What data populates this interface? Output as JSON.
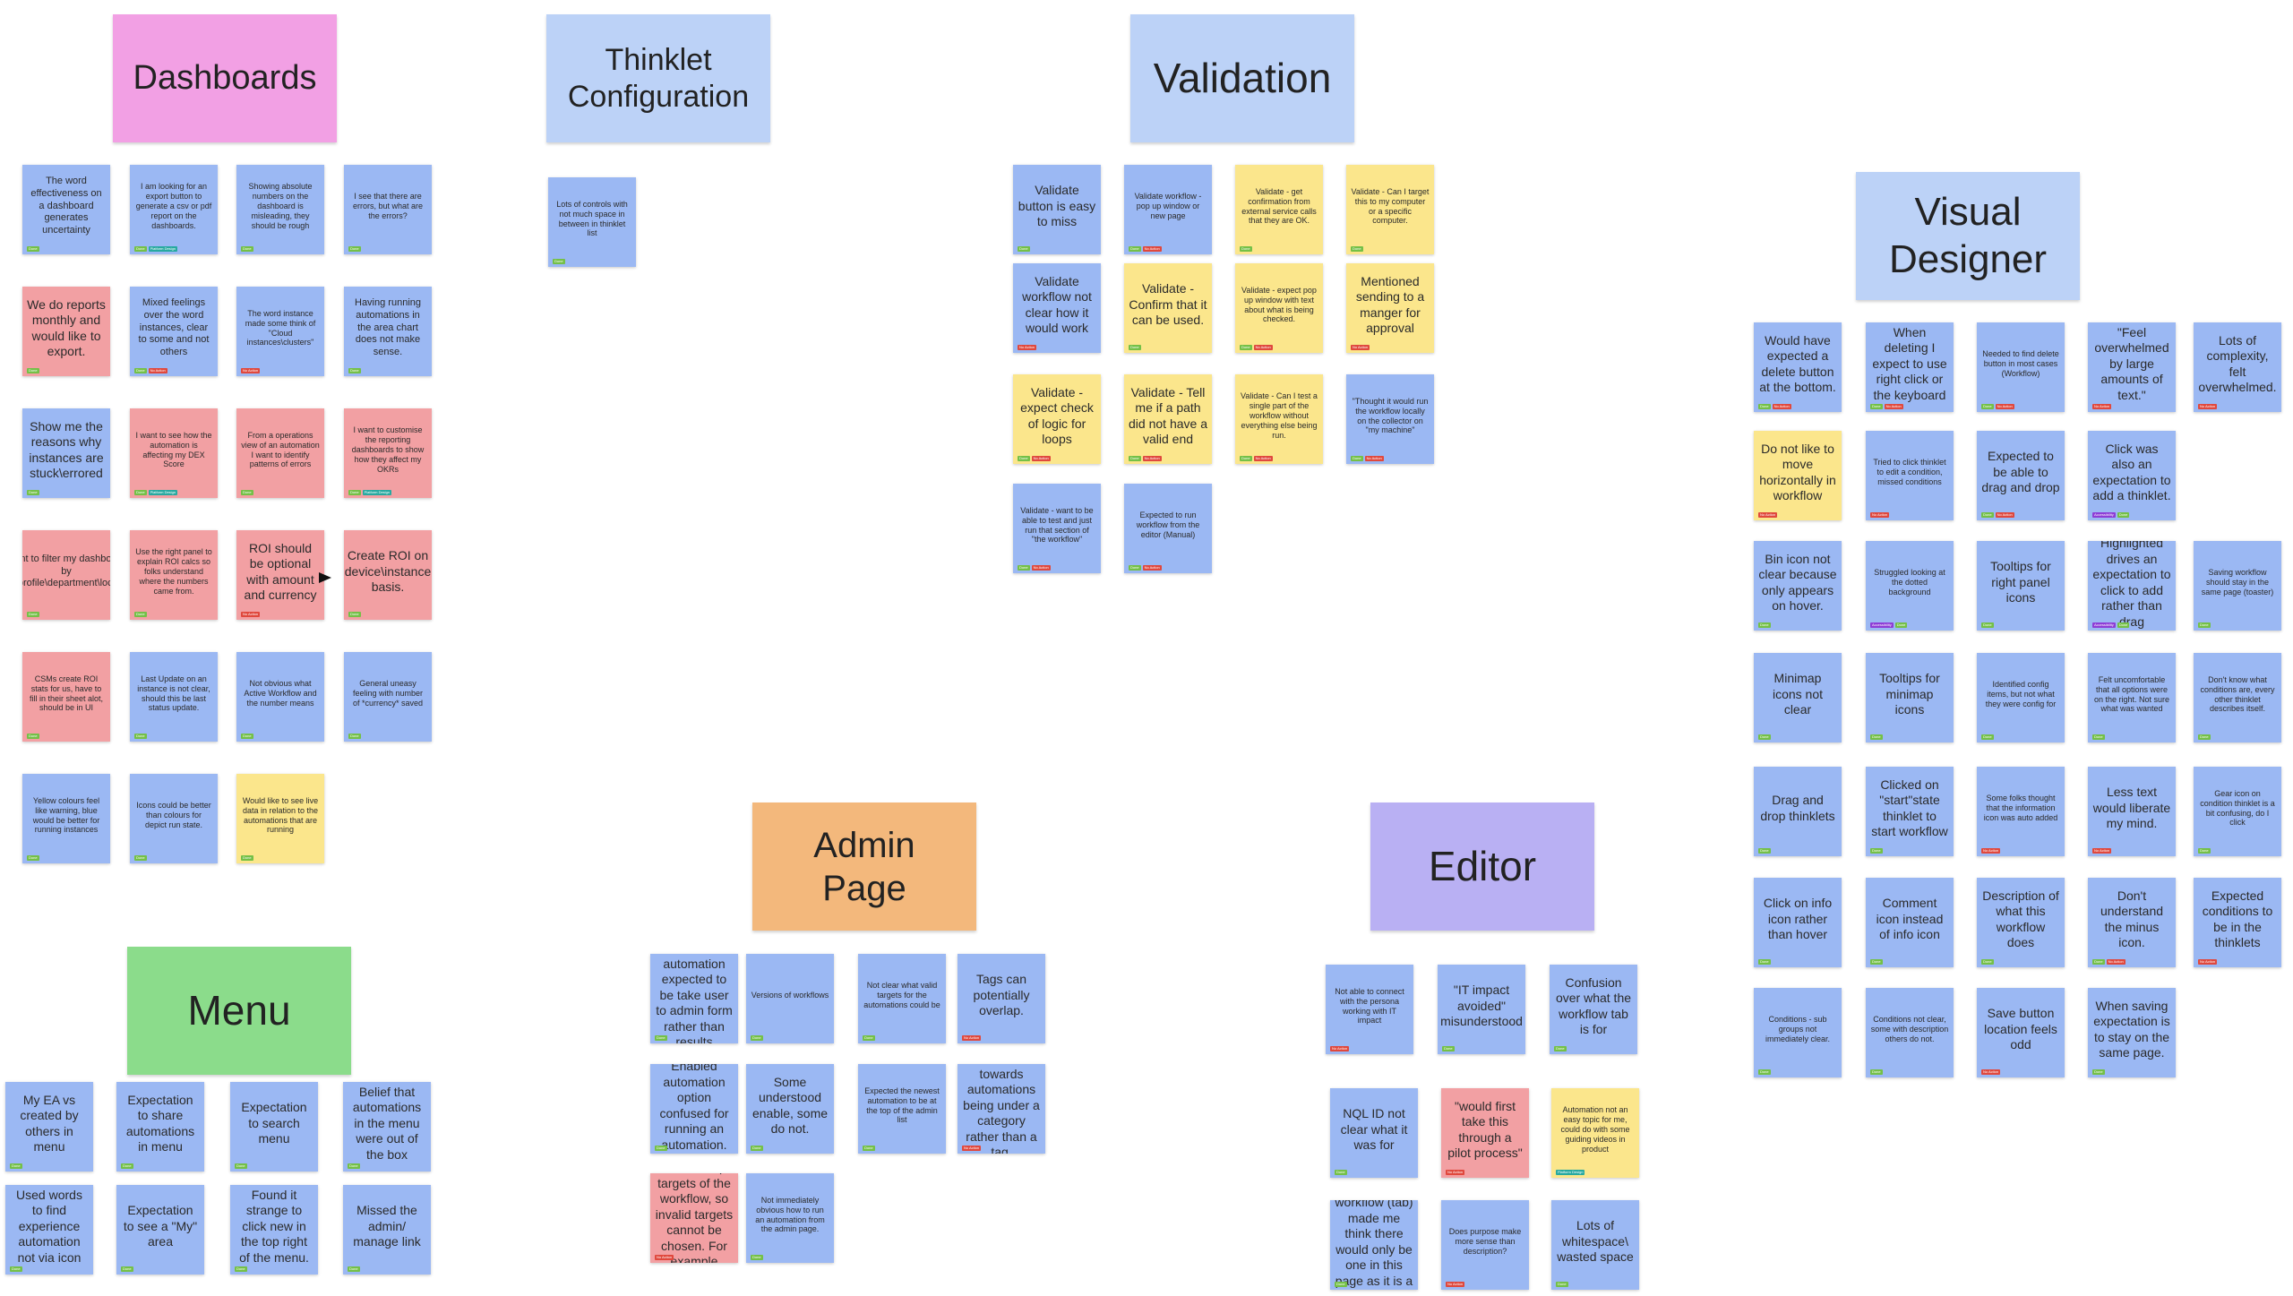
{
  "colors": {
    "blue": "#9bb8f3",
    "pink": "#f2a0a3",
    "yellow": "#fbe68c",
    "tag_done": "#74c047",
    "tag_no_action": "#e0483d",
    "tag_platform": "#27a9a0",
    "tag_accessibility": "#8e3dd6"
  },
  "headers": {
    "dashboards": {
      "label": "Dashboards",
      "color": "#f2a0e4"
    },
    "thinklet": {
      "label": "Thinklet Configuration",
      "color": "#bcd2f7"
    },
    "validation": {
      "label": "Validation",
      "color": "#bcd2f7"
    },
    "visual": {
      "label": "Visual Designer",
      "color": "#bcd2f7"
    },
    "admin": {
      "label": "Admin Page",
      "color": "#f3b87c"
    },
    "editor": {
      "label": "Editor",
      "color": "#b9b0f3"
    },
    "menu": {
      "label": "Menu",
      "color": "#8bdc8b"
    }
  },
  "tag_labels": {
    "done": "Done",
    "no_action": "No Action",
    "platform": "Platform Design",
    "accessibility": "Accessibility"
  },
  "notes": [
    {
      "text": "The word effectiveness on a dashboard generates uncertainty",
      "color": "blue",
      "tags": [
        "done"
      ]
    },
    {
      "text": "I am looking for an export button to generate a csv or pdf report on the dashboards.",
      "color": "blue",
      "tags": [
        "done",
        "platform"
      ]
    },
    {
      "text": "Showing absolute numbers on the dashboard is misleading, they should be rough",
      "color": "blue",
      "tags": [
        "done"
      ]
    },
    {
      "text": "I see that there are errors, but what are the errors?",
      "color": "blue",
      "tags": [
        "done"
      ]
    },
    {
      "text": "We do reports monthly and would like to export.",
      "color": "pink",
      "tags": [
        "done"
      ]
    },
    {
      "text": "Mixed feelings over the word instances, clear to some and not others",
      "color": "blue",
      "tags": [
        "done",
        "no_action"
      ]
    },
    {
      "text": "The word instance made some think of \"Cloud instances\\clusters\"",
      "color": "blue",
      "tags": [
        "no_action"
      ]
    },
    {
      "text": "Having running automations in the area chart does not make sense.",
      "color": "blue",
      "tags": [
        "done"
      ]
    },
    {
      "text": "Show me the reasons why instances are stuck\\errored",
      "color": "blue",
      "tags": [
        "done"
      ]
    },
    {
      "text": "I want to see how the automation is affecting my DEX Score",
      "color": "pink",
      "tags": [
        "done",
        "platform"
      ]
    },
    {
      "text": "From a operations view of an automation I want to identify patterns of errors",
      "color": "pink",
      "tags": [
        "done"
      ]
    },
    {
      "text": "I want to customise the reporting dashboards to show how they affect my OKRs",
      "color": "pink",
      "tags": [
        "done",
        "platform"
      ]
    },
    {
      "text": "I want to filter my dashboards by role\\profile\\department\\location",
      "color": "pink",
      "tags": [
        "done"
      ]
    },
    {
      "text": "Use the right panel to explain ROI calcs so folks understand where the numbers came from.",
      "color": "pink",
      "tags": [
        "done"
      ]
    },
    {
      "text": "ROI should be optional with amount and currency",
      "color": "pink",
      "tags": [
        "no_action"
      ]
    },
    {
      "text": "Create ROI on device\\instance basis.",
      "color": "pink",
      "tags": [
        "done"
      ]
    },
    {
      "text": "CSMs create ROI stats for us, have to fill in their sheet alot, should be in UI",
      "color": "pink",
      "tags": [
        "done"
      ]
    },
    {
      "text": "Last Update on an instance is not clear, should this be last status update.",
      "color": "blue",
      "tags": [
        "done"
      ]
    },
    {
      "text": "Not obvious what Active Workflow and the number means",
      "color": "blue",
      "tags": [
        "done"
      ]
    },
    {
      "text": "General uneasy feeling with number of *currency* saved",
      "color": "blue",
      "tags": [
        "done"
      ]
    },
    {
      "text": "Yellow colours feel like warning, blue would be better for running instances",
      "color": "blue",
      "tags": [
        "done"
      ]
    },
    {
      "text": "Icons could be better than colours for depict run state.",
      "color": "blue",
      "tags": [
        "done"
      ]
    },
    {
      "text": "Would like to see live data in relation to the automations that are running",
      "color": "yellow",
      "tags": [
        "done"
      ]
    },
    {
      "text": "Lots of controls with not much space in between in thinklet list",
      "color": "blue",
      "tags": [
        "done"
      ]
    },
    {
      "text": "Validate button is easy to miss",
      "color": "blue",
      "tags": [
        "done"
      ]
    },
    {
      "text": "Validate workflow - pop up window or new page",
      "color": "blue",
      "tags": [
        "done",
        "no_action"
      ]
    },
    {
      "text": "Validate - get confirmation from external service calls that they are OK.",
      "color": "yellow",
      "tags": [
        "done"
      ]
    },
    {
      "text": "Validate - Can I target this to my computer or a specific computer.",
      "color": "yellow",
      "tags": [
        "done"
      ]
    },
    {
      "text": "Validate workflow not clear how it would work",
      "color": "blue",
      "tags": [
        "no_action"
      ]
    },
    {
      "text": "Validate - Confirm that it can be used.",
      "color": "yellow",
      "tags": [
        "done"
      ]
    },
    {
      "text": "Validate - expect pop up window with text about what is being checked.",
      "color": "yellow",
      "tags": [
        "done",
        "no_action"
      ]
    },
    {
      "text": "Mentioned sending to a manger for approval",
      "color": "yellow",
      "tags": [
        "no_action"
      ]
    },
    {
      "text": "Validate - expect check of logic for loops",
      "color": "yellow",
      "tags": [
        "done",
        "no_action"
      ]
    },
    {
      "text": "Validate - Tell me if a path did not have a valid end",
      "color": "yellow",
      "tags": [
        "done",
        "no_action"
      ]
    },
    {
      "text": "Validate - Can I test a single part of the workflow without everything else being run.",
      "color": "yellow",
      "tags": [
        "done",
        "no_action"
      ]
    },
    {
      "text": "\"Thought it would run the workflow locally on the collector on \"my machine\"",
      "color": "blue",
      "tags": [
        "done",
        "no_action"
      ]
    },
    {
      "text": "Validate - want to be able to test and just run that section of \"the workflow\"",
      "color": "blue",
      "tags": [
        "done",
        "no_action"
      ]
    },
    {
      "text": "Expected to run workflow from the editor (Manual)",
      "color": "blue",
      "tags": [
        "done",
        "no_action"
      ]
    },
    {
      "text": "Would have expected a delete button at the bottom.",
      "color": "blue",
      "tags": [
        "done",
        "no_action"
      ]
    },
    {
      "text": "When deleting I expect to use right click or the keyboard",
      "color": "blue",
      "tags": [
        "done",
        "no_action"
      ]
    },
    {
      "text": "Needed to find delete button in most cases (Workflow)",
      "color": "blue",
      "tags": [
        "done",
        "no_action"
      ]
    },
    {
      "text": "\"Feel overwhelmed by large amounts of text.\"",
      "color": "blue",
      "tags": [
        "no_action"
      ]
    },
    {
      "text": "Lots of complexity, felt overwhelmed.",
      "color": "blue",
      "tags": [
        "no_action"
      ]
    },
    {
      "text": "Do not like to move horizontally in workflow",
      "color": "yellow",
      "tags": [
        "no_action"
      ]
    },
    {
      "text": "Tried to click thinklet to edit a condition, missed conditions",
      "color": "blue",
      "tags": [
        "no_action"
      ]
    },
    {
      "text": "Expected to be able to drag and drop",
      "color": "blue",
      "tags": [
        "done",
        "no_action"
      ]
    },
    {
      "text": "Click was also an expectation to add a thinklet.",
      "color": "blue",
      "tags": [
        "accessibility",
        "done"
      ]
    },
    {
      "text": "Bin icon not clear because only appears on hover.",
      "color": "blue",
      "tags": [
        "done"
      ]
    },
    {
      "text": "Struggled looking at the dotted background",
      "color": "blue",
      "tags": [
        "accessibility",
        "done"
      ]
    },
    {
      "text": "Tooltips for right panel icons",
      "color": "blue",
      "tags": [
        "done"
      ]
    },
    {
      "text": "Highlighted drives an expectation to click to add rather than drag",
      "color": "blue",
      "tags": [
        "accessibility",
        "done"
      ]
    },
    {
      "text": "Saving workflow should stay in the same page (toaster)",
      "color": "blue",
      "tags": [
        "done"
      ]
    },
    {
      "text": "Minimap icons not clear",
      "color": "blue",
      "tags": [
        "done"
      ]
    },
    {
      "text": "Tooltips for minimap icons",
      "color": "blue",
      "tags": [
        "done"
      ]
    },
    {
      "text": "Identified config items, but not what they were config for",
      "color": "blue",
      "tags": [
        "done"
      ]
    },
    {
      "text": "Felt uncomfortable that all options were on the right. Not sure what was wanted",
      "color": "blue",
      "tags": [
        "done"
      ]
    },
    {
      "text": "Don't know what conditions are, every other thinklet describes itself.",
      "color": "blue",
      "tags": [
        "done"
      ]
    },
    {
      "text": "Drag and drop thinklets",
      "color": "blue",
      "tags": [
        "done"
      ]
    },
    {
      "text": "Clicked on \"start\"state thinklet to start workflow",
      "color": "blue",
      "tags": [
        "done"
      ]
    },
    {
      "text": "Some folks thought that the information icon was auto added",
      "color": "blue",
      "tags": [
        "no_action"
      ]
    },
    {
      "text": "Less text would liberate my mind.",
      "color": "blue",
      "tags": [
        "no_action"
      ]
    },
    {
      "text": "Gear icon on condition thinklet is a bit confusing, do I click",
      "color": "blue",
      "tags": [
        "done"
      ]
    },
    {
      "text": "Click on info icon rather than hover",
      "color": "blue",
      "tags": [
        "done"
      ]
    },
    {
      "text": "Comment icon instead of info icon",
      "color": "blue",
      "tags": [
        "done"
      ]
    },
    {
      "text": "Description of what this workflow does",
      "color": "blue",
      "tags": [
        "done"
      ]
    },
    {
      "text": "Don't understand the minus icon.",
      "color": "blue",
      "tags": [
        "done",
        "no_action"
      ]
    },
    {
      "text": "Expected conditions to be in the thinklets",
      "color": "blue",
      "tags": [
        "no_action"
      ]
    },
    {
      "text": "Conditions - sub groups not immediately clear.",
      "color": "blue",
      "tags": [
        "done"
      ]
    },
    {
      "text": "Conditions not clear, some with description others do not.",
      "color": "blue",
      "tags": [
        "done"
      ]
    },
    {
      "text": "Save button location feels odd",
      "color": "blue",
      "tags": [
        "no_action"
      ]
    },
    {
      "text": "When saving expectation is to stay on the same page.",
      "color": "blue",
      "tags": [
        "done"
      ]
    },
    {
      "text": "Name of automation expected to be take user to admin form rather than results",
      "color": "blue",
      "tags": [
        "done"
      ]
    },
    {
      "text": "Versions of workflows",
      "color": "blue",
      "tags": [
        "done"
      ]
    },
    {
      "text": "Not clear what valid targets for the automations could be",
      "color": "blue",
      "tags": [
        "done"
      ]
    },
    {
      "text": "Tags can potentially overlap.",
      "color": "blue",
      "tags": [
        "no_action"
      ]
    },
    {
      "text": "Enabled automation option confused for running an automation.",
      "color": "blue",
      "tags": [
        "done"
      ]
    },
    {
      "text": "Some understood enable, some do not.",
      "color": "blue",
      "tags": [
        "done"
      ]
    },
    {
      "text": "Expected the newest automation to be at the top of the admin list",
      "color": "blue",
      "tags": [
        "done"
      ]
    },
    {
      "text": "Preference towards automations being under a category rather than a tag.",
      "color": "blue",
      "tags": [
        "no_action"
      ]
    },
    {
      "text": "Tags could be used to scope targets of the workflow, so invalid targets cannot be chosen. For example (VMs)",
      "color": "pink",
      "tags": [
        "no_action"
      ]
    },
    {
      "text": "Not immediately obvious how to run an automation from the admin page.",
      "color": "blue",
      "tags": [
        "done"
      ]
    },
    {
      "text": "Not able to connect with the persona working with IT impact",
      "color": "blue",
      "tags": [
        "no_action"
      ]
    },
    {
      "text": "\"IT impact avoided\" misunderstood",
      "color": "blue",
      "tags": [
        "done"
      ]
    },
    {
      "text": "Confusion over what the workflow tab is for",
      "color": "blue",
      "tags": [
        "done"
      ]
    },
    {
      "text": "NQL ID not clear what it was for",
      "color": "blue",
      "tags": [
        "done"
      ]
    },
    {
      "text": "\"would first take this through a pilot process\"",
      "color": "pink",
      "tags": [
        "no_action"
      ]
    },
    {
      "text": "Automation not an easy topic for me, could do with some guiding videos in product",
      "color": "yellow",
      "tags": [
        "platform"
      ]
    },
    {
      "text": "The word workflow (tab) made me think there would only be one in this page as it is a singular.",
      "color": "blue",
      "tags": [
        "done"
      ]
    },
    {
      "text": "Does purpose make more sense than description?",
      "color": "blue",
      "tags": [
        "no_action"
      ]
    },
    {
      "text": "Lots of whitespace\\ wasted space",
      "color": "blue",
      "tags": [
        "done"
      ]
    },
    {
      "text": "My EA vs created by others in menu",
      "color": "blue",
      "tags": [
        "done"
      ]
    },
    {
      "text": "Expectation to share automations in menu",
      "color": "blue",
      "tags": [
        "done"
      ]
    },
    {
      "text": "Expectation to search menu",
      "color": "blue",
      "tags": [
        "done"
      ]
    },
    {
      "text": "Belief that automations in the menu were out of the box",
      "color": "blue",
      "tags": [
        "done"
      ]
    },
    {
      "text": "Used words to find experience automation not via icon",
      "color": "blue",
      "tags": [
        "done"
      ]
    },
    {
      "text": "Expectation to see a \"My\" area",
      "color": "blue",
      "tags": [
        "done"
      ]
    },
    {
      "text": "Found it strange to click new in the top right of the menu.",
      "color": "blue",
      "tags": [
        "done"
      ]
    },
    {
      "text": "Missed the admin/ manage link",
      "color": "blue",
      "tags": [
        "done"
      ]
    }
  ]
}
